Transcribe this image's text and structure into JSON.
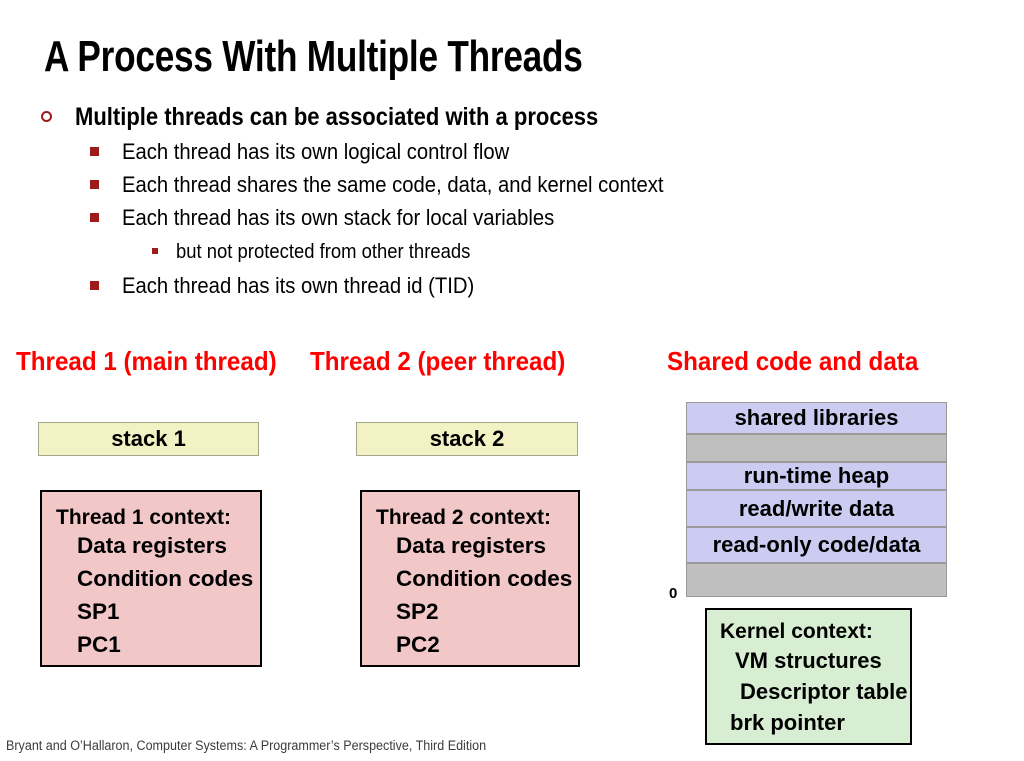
{
  "slide": {
    "title": "A Process With Multiple Threads",
    "footer": "Bryant and O’Hallaron, Computer Systems: A Programmer’s Perspective, Third Edition",
    "accent_red": "#ff0000",
    "bullet_marker_color": "#9e1b1b"
  },
  "bullets": {
    "level1": "Multiple threads can be associated with a process",
    "level2": [
      "Each thread has its own logical control flow",
      "Each thread shares the same code, data, and kernel context",
      "Each thread has its own stack for local variables"
    ],
    "level3": "but not protected from other threads",
    "level2_last": "Each thread has its own thread id (TID)"
  },
  "columns": {
    "thread1_heading": "Thread 1 (main thread)",
    "thread2_heading": "Thread 2 (peer thread)",
    "shared_heading": "Shared code and data"
  },
  "thread1": {
    "stack_label": "stack 1",
    "stack_color": "#f2f2c4",
    "context_color": "#f2c7c7",
    "context_lines": [
      "Thread 1 context:",
      "Data registers",
      "Condition codes",
      "SP1",
      "PC1"
    ]
  },
  "thread2": {
    "stack_label": "stack 2",
    "stack_color": "#f2f2c4",
    "context_color": "#f2c7c7",
    "context_lines": [
      "Thread 2 context:",
      "Data registers",
      "Condition codes",
      "SP2",
      "PC2"
    ]
  },
  "shared_memory": {
    "zero_label": "0",
    "lavender_color": "#ccccf2",
    "gray_color": "#bfbfbf",
    "rows": [
      {
        "label": "shared libraries",
        "kind": "lav"
      },
      {
        "label": "",
        "kind": "gray"
      },
      {
        "label": "run-time heap",
        "kind": "lav"
      },
      {
        "label": "read/write data",
        "kind": "lav"
      },
      {
        "label": "read-only code/data",
        "kind": "lav"
      },
      {
        "label": "",
        "kind": "gray"
      }
    ]
  },
  "kernel": {
    "box_color": "#d7eed3",
    "lines": [
      "Kernel context:",
      "VM structures",
      "Descriptor table",
      "brk pointer"
    ]
  }
}
